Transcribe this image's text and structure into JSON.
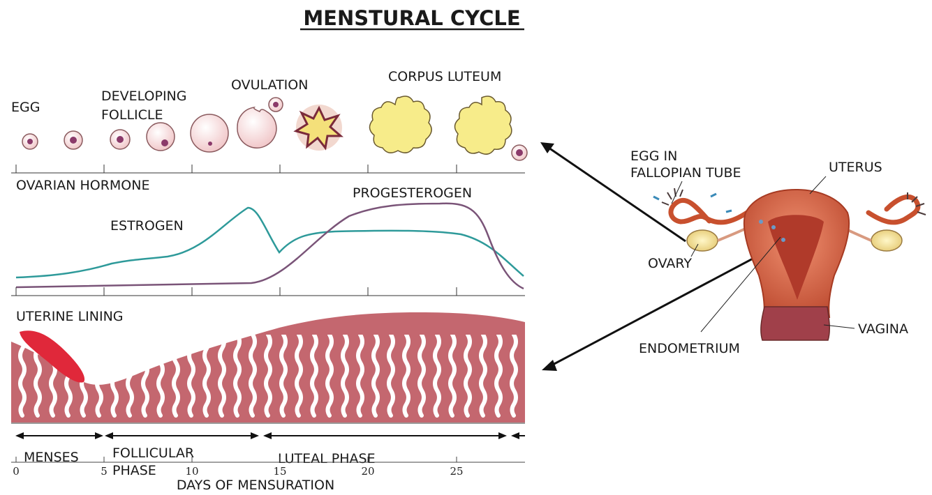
{
  "title": "MENSTURAL CYCLE",
  "ovary_stages": {
    "egg": "EGG",
    "developing_follicle_line1": "DEVELOPING",
    "developing_follicle_line2": "FOLLICLE",
    "ovulation": "OVULATION",
    "corpus_luteum": "CORPUS LUTEUM"
  },
  "hormones": {
    "heading": "OVARIAN HORMONE",
    "estrogen": "ESTROGEN",
    "progesterogen": "PROGESTEROGEN"
  },
  "uterine_lining": "UTERINE LINING",
  "phases": {
    "menses": "MENSES",
    "follicular_line1": "FOLLICULAR",
    "follicular_line2": "PHASE",
    "luteal": "LUTEAL PHASE"
  },
  "axis": {
    "xlabel": "DAYS OF MENSURATION",
    "ticks": [
      "0",
      "5",
      "10",
      "15",
      "20",
      "25"
    ]
  },
  "uterus_labels": {
    "egg_tube_line1": "EGG IN",
    "egg_tube_line2": "FALLOPIAN TUBE",
    "uterus": "UTERUS",
    "ovary": "OVARY",
    "vagina": "VAGINA",
    "endometrium": "ENDOMETRIUM"
  },
  "colors": {
    "estrogen": "#2e9a9a",
    "progesterogen": "#7a5478",
    "lining": "#c4676f",
    "menses_blood": "#e0283a",
    "corpus": "#f5e77a",
    "uterus": "#c8502e"
  }
}
